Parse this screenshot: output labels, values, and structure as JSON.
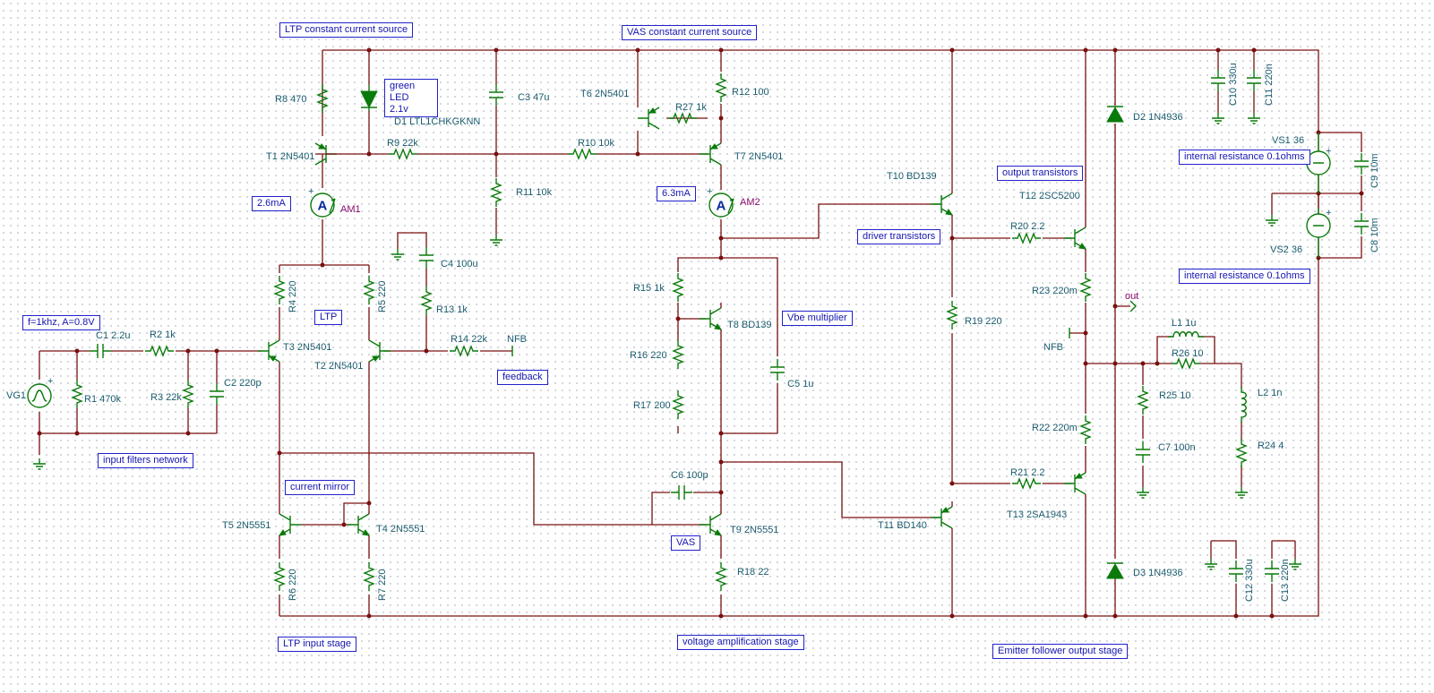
{
  "annotations": {
    "ltp_ccs": "LTP constant current source",
    "vas_ccs": "VAS constant current source",
    "green_led_1": "green LED",
    "green_led_2": "2.1v",
    "am1_reading": "2.6mA",
    "am2_reading": "6.3mA",
    "ltp": "LTP",
    "signal": "f=1khz, A=0.8V",
    "input_filters": "input filters network",
    "feedback": "feedback",
    "current_mirror": "current mirror",
    "vbe_multiplier": "Vbe multiplier",
    "vas": "VAS",
    "driver_transistors": "driver transistors",
    "output_transistors": "output transistors",
    "int_res_1": "internal resistance 0.1ohms",
    "int_res_2": "internal resistance 0.1ohms",
    "ltp_input_stage": "LTP input stage",
    "voltage_amp_stage": "voltage amplification stage",
    "emitter_follower_stage": "Emitter follower output stage"
  },
  "components": {
    "R8": "R8 470",
    "D1": "D1 LTL1CHKGKNN",
    "R9": "R9 22k",
    "C3": "C3 47u",
    "R11": "R11 10k",
    "R10": "R10 10k",
    "T6": "T6 2N5401",
    "R27": "R27 1k",
    "R12": "R12 100",
    "T7": "T7 2N5401",
    "T1": "T1 2N5401",
    "AM1": "AM1",
    "AM2": "AM2",
    "C4": "C4 100u",
    "R13": "R13 1k",
    "R4": "R4 220",
    "R5": "R5 220",
    "R14": "R14 22k",
    "NFB_in": "NFB",
    "T3": "T3 2N5401",
    "T2": "T2 2N5401",
    "C1": "C1 2.2u",
    "R2": "R2 1k",
    "VG1": "VG1",
    "R1": "R1 470k",
    "R3": "R3 22k",
    "C2": "C2 220p",
    "T5": "T5 2N5551",
    "T4": "T4 2N5551",
    "R6": "R6 220",
    "R7": "R7 220",
    "R15": "R15 1k",
    "T8": "T8 BD139",
    "R16": "R16 220",
    "R17": "R17 200",
    "C5": "C5 1u",
    "C6": "C6 100p",
    "T9": "T9 2N5551",
    "R18": "R18 22",
    "T10": "T10 BD139",
    "T11": "T11 BD140",
    "R19": "R19 220",
    "R20": "R20 2.2",
    "R21": "R21 2.2",
    "T12": "T12 2SC5200",
    "T13": "T13 2SA1943",
    "R23": "R23 220m",
    "R22": "R22 220m",
    "NFB_out": "NFB",
    "out": "out",
    "D2": "D2 1N4936",
    "D3": "D3 1N4936",
    "C10": "C10 330u",
    "C11": "C11 220n",
    "VS1": "VS1 36",
    "VS2": "VS2 36",
    "C9": "C9 10m",
    "C8": "C8 10m",
    "L1": "L1 1u",
    "R26": "R26 10",
    "R25": "R25 10",
    "C7": "C7 100n",
    "L2": "L2 1n",
    "R24": "R24 4",
    "C12": "C12 330u",
    "C13": "C13 220n"
  },
  "colors": {
    "wire": "#7a1010",
    "component": "#0a7a0a",
    "label": "#1a5c6e",
    "meter_label": "#8b0a6a",
    "annotation": "#1515b0",
    "grid": "#c9ccd2"
  },
  "icons": {
    "ammeter": "ammeter-icon",
    "voltage_source": "dc-voltage-source-icon",
    "signal_generator": "signal-generator-icon",
    "ground": "ground-icon",
    "diode": "diode-icon",
    "led": "led-icon"
  }
}
